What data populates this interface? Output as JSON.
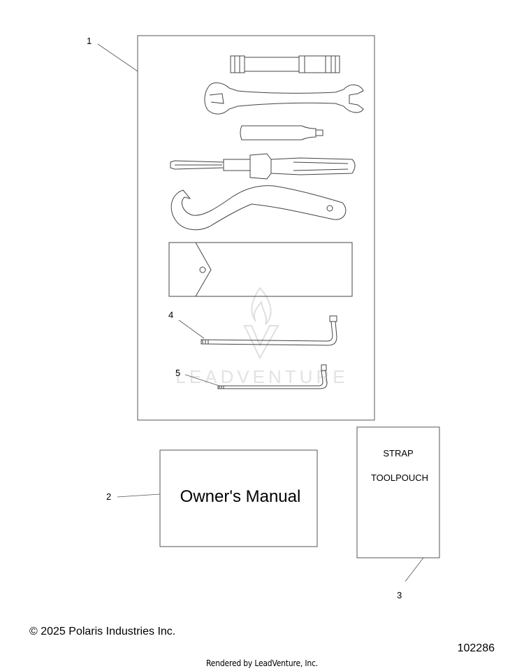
{
  "callouts": {
    "c1": "1",
    "c2": "2",
    "c3": "3",
    "c4": "4",
    "c5": "5"
  },
  "owners_manual": {
    "label": "Owner's Manual"
  },
  "strap_box": {
    "line1": "STRAP",
    "line2": "TOOLPOUCH"
  },
  "watermark": {
    "text": "LEADVENTURE",
    "color": "#d9d9d9"
  },
  "footer": {
    "copyright": "© 2025 Polaris Industries Inc.",
    "diagram_number": "102286",
    "rendered_by": "Rendered by LeadVenture, Inc."
  },
  "colors": {
    "line": "#555555",
    "text": "#000000"
  }
}
